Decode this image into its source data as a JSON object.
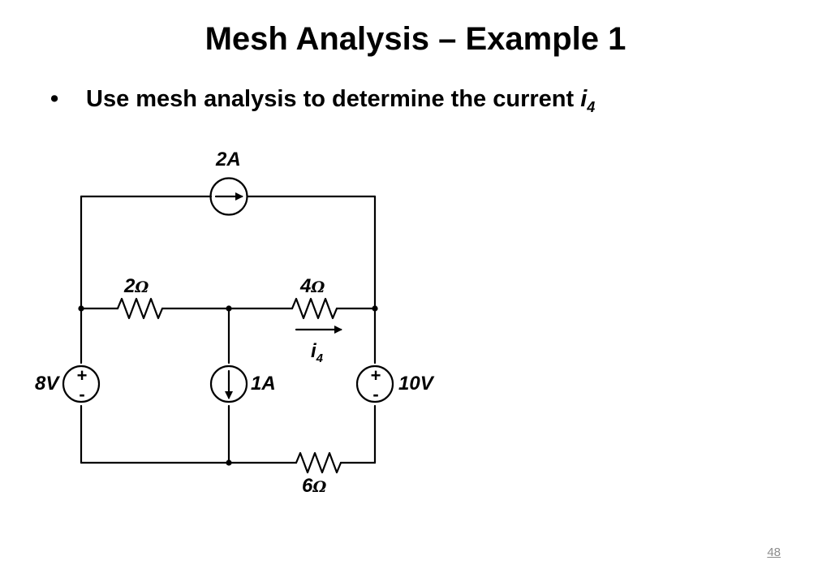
{
  "slide": {
    "title": "Mesh Analysis – Example 1",
    "bullet": "Use mesh analysis to determine the current",
    "bullet_var": "i",
    "bullet_var_sub": "4",
    "page_number": "48"
  },
  "circuit": {
    "current_source_top": {
      "label": "2A"
    },
    "resistor_left": {
      "value": "2",
      "unit": "Ω"
    },
    "resistor_mid": {
      "value": "4",
      "unit": "Ω"
    },
    "resistor_bottom": {
      "value": "6",
      "unit": "Ω"
    },
    "voltage_source_left": {
      "label": "8V",
      "plus": "+",
      "minus": "-"
    },
    "voltage_source_right": {
      "label": "10V",
      "plus": "+",
      "minus": "-"
    },
    "current_source_middle": {
      "label": "1A"
    },
    "current_label": {
      "var": "i",
      "sub": "4"
    }
  }
}
